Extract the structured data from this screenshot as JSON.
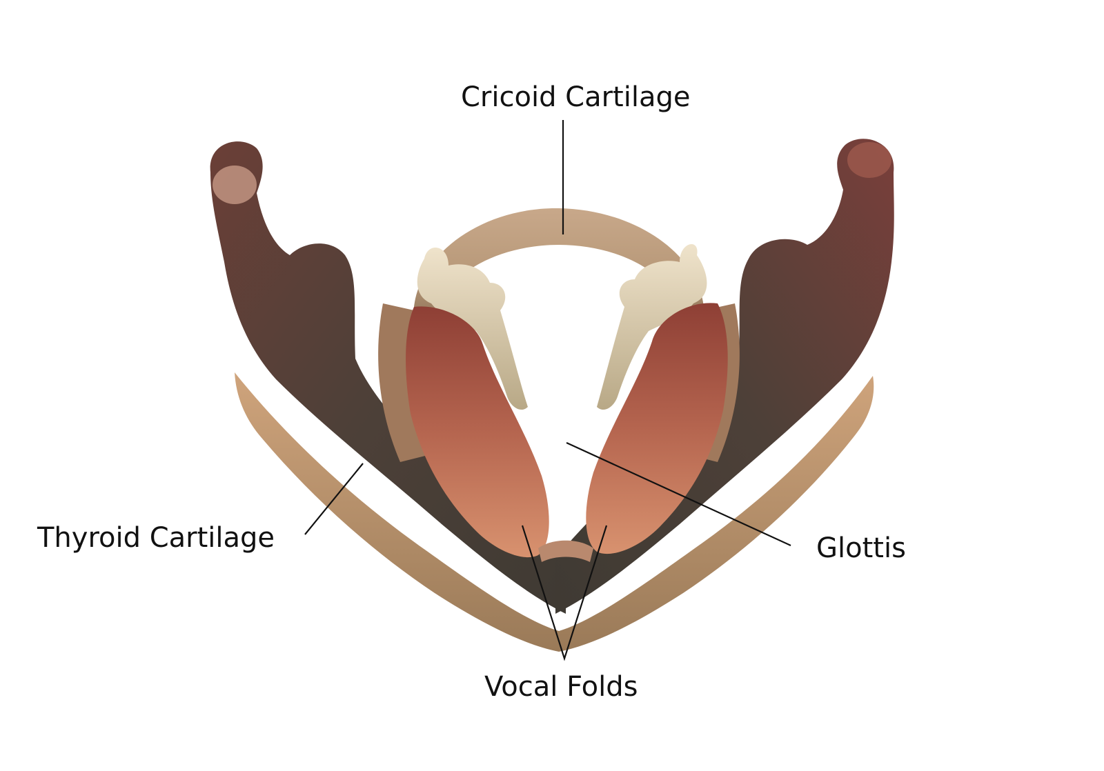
{
  "labels": {
    "cricoid": "Cricoid Cartilage",
    "thyroid": "Thyroid Cartilage",
    "glottis": "Glottis",
    "vocal_folds": "Vocal Folds"
  },
  "colors": {
    "background": "#ffffff",
    "label_text": "#111111",
    "leader_line": "#111111",
    "thyroid_dark": "#4a3a33",
    "thyroid_light": "#c9a27e",
    "cricoid": "#c8a98a",
    "arytenoid": "#e6d9c2",
    "vocal_fold": "#b8644d"
  }
}
